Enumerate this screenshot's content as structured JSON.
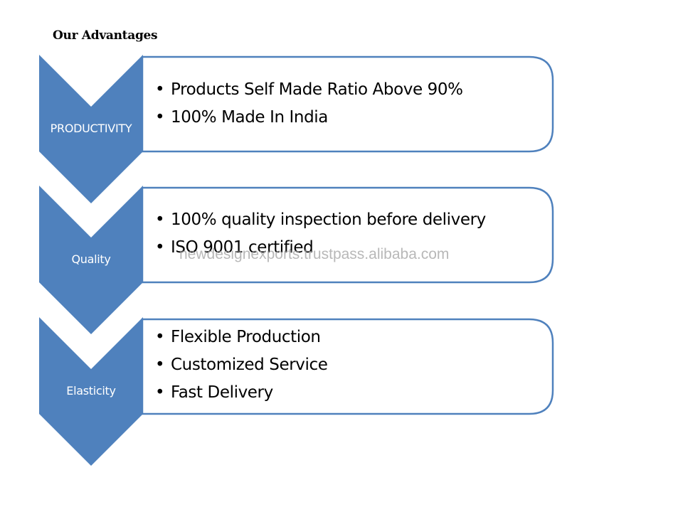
{
  "title": "Our Advantages",
  "colors": {
    "chevron_fill": "#4f81bd",
    "box_border": "#4f81bd",
    "box_fill": "#ffffff",
    "label_text": "#ffffff"
  },
  "steps": [
    {
      "label": "PRODUCTIVITY",
      "bullets": [
        "Products Self Made Ratio Above 90%",
        "100% Made In India"
      ]
    },
    {
      "label": "Quality",
      "bullets": [
        "100% quality inspection before delivery",
        "ISO 9001 certified"
      ]
    },
    {
      "label": "Elasticity",
      "bullets": [
        "Flexible Production",
        "Customized Service",
        "Fast Delivery"
      ]
    }
  ],
  "watermark": "newdesignexports.trustpass.alibaba.com"
}
